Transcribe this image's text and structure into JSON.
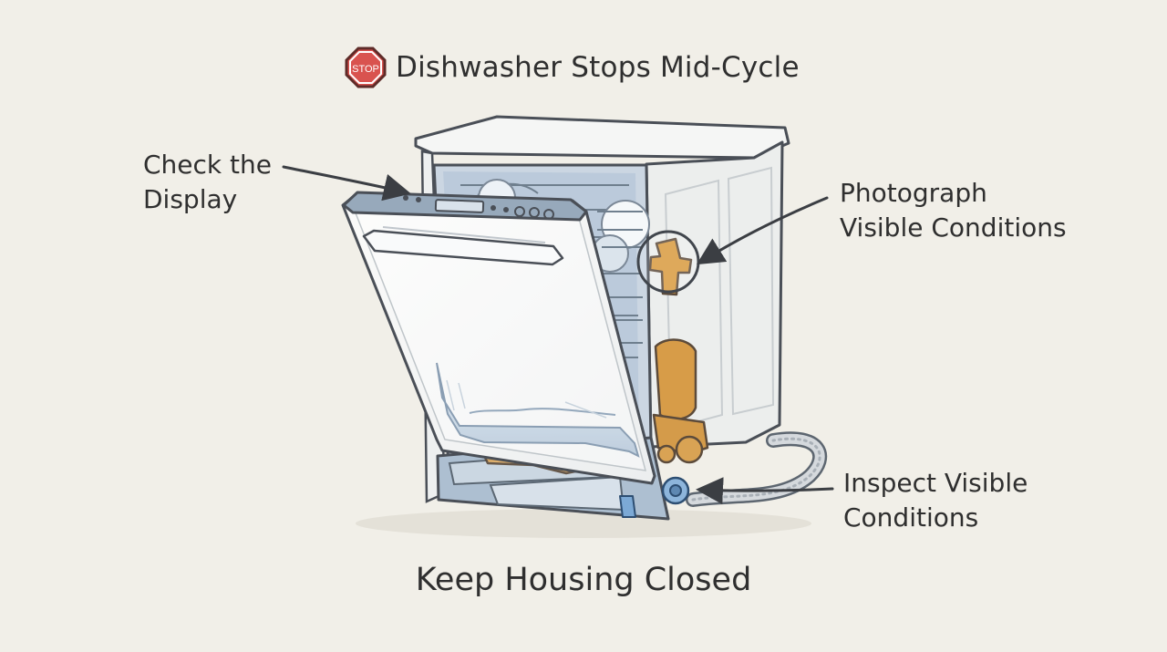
{
  "title": {
    "icon_name": "stop-sign-icon",
    "icon_text": "STOP",
    "text": "Dishwasher Stops Mid-Cycle",
    "icon_color": "#d9534f"
  },
  "callouts": {
    "display": {
      "line1": "Check the",
      "line2": "Display"
    },
    "photograph": {
      "line1": "Photograph",
      "line2": "Visible Conditions"
    },
    "inspect": {
      "line1": "Inspect Visible",
      "line2": "Conditions"
    }
  },
  "footer": {
    "text": "Keep Housing Closed"
  },
  "colors": {
    "background": "#f1efe8",
    "line": "#4a4f57",
    "blue": "#aebed0",
    "orange": "#d49a45"
  }
}
